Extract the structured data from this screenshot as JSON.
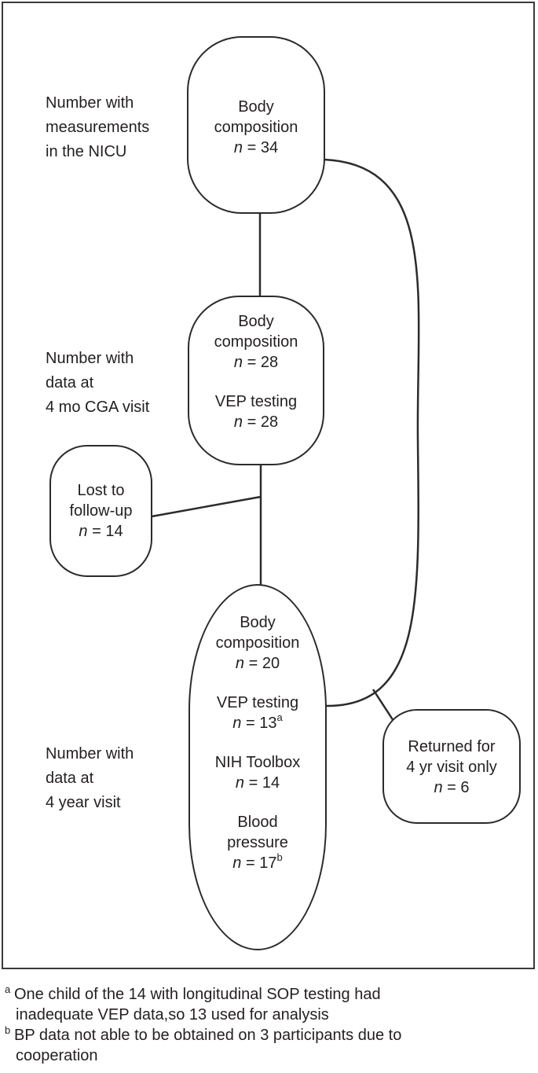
{
  "colors": {
    "stroke": "#2b2b2b",
    "text": "#231f20",
    "frame": "#3a3a3a",
    "background": "#ffffff"
  },
  "row_labels": {
    "nicu": [
      "Number with",
      "measurements",
      "in the NICU"
    ],
    "mo4": [
      "Number with",
      "data at",
      "4 mo CGA visit"
    ],
    "yr4": [
      "Number with",
      "data at",
      "4 year visit"
    ]
  },
  "nodes": {
    "nicu": {
      "label_1": "Body",
      "label_2": "composition",
      "n_prefix": "n",
      "n_value": "= 34"
    },
    "mo4": {
      "body_1": "Body",
      "body_2": "composition",
      "body_n": "n",
      "body_value": "= 28",
      "vep": "VEP testing",
      "vep_n": "n",
      "vep_value": "= 28"
    },
    "lost": {
      "label_1": "Lost to",
      "label_2": "follow-up",
      "n_prefix": "n",
      "n_value": "= 14"
    },
    "yr4": {
      "body_1": "Body",
      "body_2": "composition",
      "body_n": "n",
      "body_value": "= 20",
      "vep": "VEP testing",
      "vep_n": "n",
      "vep_value": "= 13",
      "vep_sup": "a",
      "nih": "NIH Toolbox",
      "nih_n": "n",
      "nih_value": "= 14",
      "bp_1": "Blood",
      "bp_2": "pressure",
      "bp_n": "n",
      "bp_value": "= 17",
      "bp_sup": "b"
    },
    "returned": {
      "label_1": "Returned for",
      "label_2": "4 yr visit only",
      "n_prefix": "n",
      "n_value": "= 6"
    }
  },
  "footnotes": {
    "a_mark": "a",
    "a_line1": "One child of the 14 with longitudinal SOP testing had",
    "a_line2": "inadequate VEP data,so 13 used for analysis",
    "b_mark": "b",
    "b_line1": "BP data not able to be obtained on 3 participants due to",
    "b_line2": "cooperation"
  }
}
